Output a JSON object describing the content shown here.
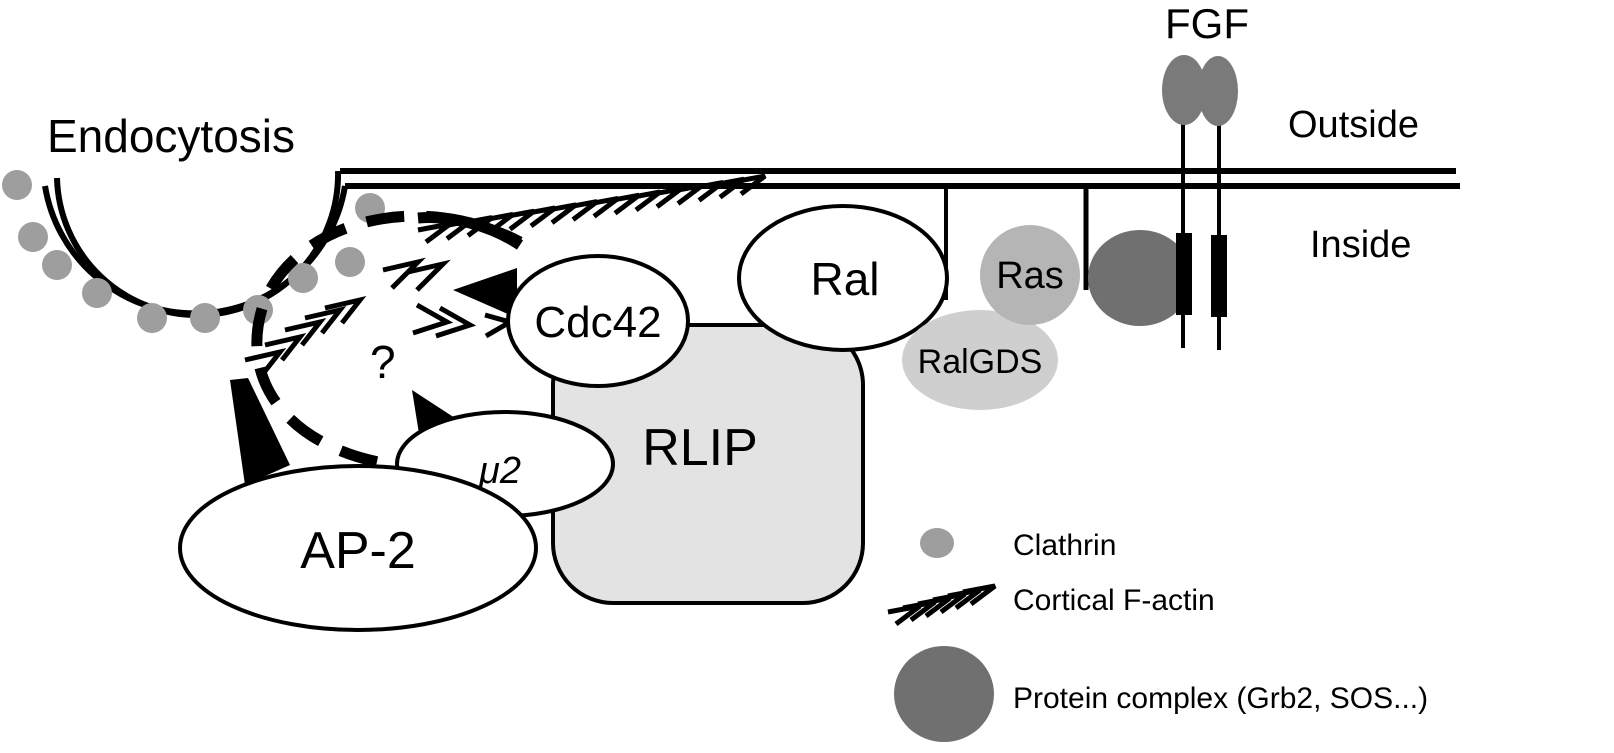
{
  "title": "RLIP / Ral signaling in clathrin-mediated endocytosis",
  "labels": {
    "endocytosis": "Endocytosis",
    "fgf": "FGF",
    "outside": "Outside",
    "inside": "Inside",
    "question": "?"
  },
  "nodes": {
    "ral": "Ral",
    "ras": "Ras",
    "ralgds": "RalGDS",
    "cdc42": "Cdc42",
    "rlip": "RLIP",
    "mu2": "μ2",
    "ap2": "AP-2"
  },
  "legend": [
    {
      "symbol": "clathrin",
      "label": "Clathrin"
    },
    {
      "symbol": "cortical-f-actin",
      "label": "Cortical F-actin"
    },
    {
      "symbol": "protein-complex",
      "label": "Protein complex (Grb2, SOS...)"
    }
  ],
  "colors": {
    "clathrin": "#9e9e9e",
    "ras": "#b5b5b5",
    "ralgds": "#cfcfcf",
    "protein_complex": "#707070",
    "fgf": "#7a7a7a",
    "rlip": "#e3e3e3",
    "stroke": "#000000"
  }
}
